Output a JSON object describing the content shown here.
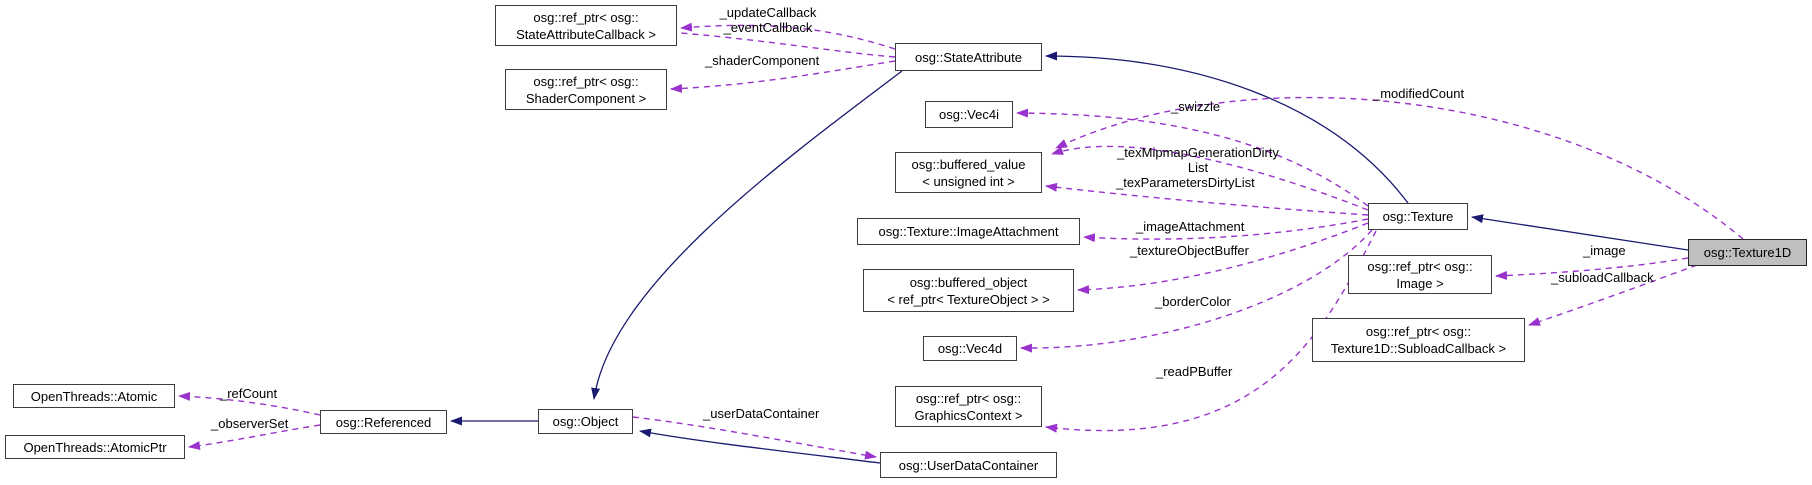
{
  "diagram_type": "collaboration-graph",
  "colors": {
    "inheritance_edge": "#191970",
    "usage_edge": "#9a32cd",
    "node_border": "#3d3d3d",
    "focus_node_fill": "#bfbfbf",
    "node_fill": "#ffffff"
  },
  "nodes": {
    "stateattr_callback": {
      "line1": "osg::ref_ptr< osg::",
      "line2": "StateAttributeCallback >"
    },
    "shader_component": {
      "line1": "osg::ref_ptr< osg::",
      "line2": "ShaderComponent >"
    },
    "state_attribute": {
      "line1": "osg::StateAttribute"
    },
    "vec4i": {
      "line1": "osg::Vec4i"
    },
    "buffered_value": {
      "line1": "osg::buffered_value",
      "line2": "< unsigned int >"
    },
    "image_attachment": {
      "line1": "osg::Texture::ImageAttachment"
    },
    "buffered_object": {
      "line1": "osg::buffered_object",
      "line2": "< ref_ptr< TextureObject > >"
    },
    "vec4d": {
      "line1": "osg::Vec4d"
    },
    "graphics_context": {
      "line1": "osg::ref_ptr< osg::",
      "line2": "GraphicsContext >"
    },
    "user_data_container": {
      "line1": "osg::UserDataContainer"
    },
    "object": {
      "line1": "osg::Object"
    },
    "referenced": {
      "line1": "osg::Referenced"
    },
    "atomic": {
      "line1": "OpenThreads::Atomic"
    },
    "atomic_ptr": {
      "line1": "OpenThreads::AtomicPtr"
    },
    "texture": {
      "line1": "osg::Texture"
    },
    "texture1d": {
      "line1": "osg::Texture1D"
    },
    "ref_image": {
      "line1": "osg::ref_ptr< osg::",
      "line2": "Image >"
    },
    "subload_cb": {
      "line1": "osg::ref_ptr< osg::",
      "line2": "Texture1D::SubloadCallback >"
    }
  },
  "edge_labels": {
    "update_callback": "_updateCallback",
    "event_callback": "_eventCallback",
    "shader_component": "_shaderComponent",
    "swizzle": "_swizzle",
    "tex_mipmap_line1": "_texMipmapGenerationDirty",
    "tex_mipmap_line2": "List",
    "tex_params": "_texParametersDirtyList",
    "modified_count": "_modifiedCount",
    "image_attachment": "_imageAttachment",
    "texture_object_buffer": "_textureObjectBuffer",
    "border_color": "_borderColor",
    "read_pbuffer": "_readPBuffer",
    "image": "_image",
    "subload_callback": "_subloadCallback",
    "ref_count": "_refCount",
    "observer_set": "_observerSet",
    "user_data_container": "_userDataContainer"
  }
}
